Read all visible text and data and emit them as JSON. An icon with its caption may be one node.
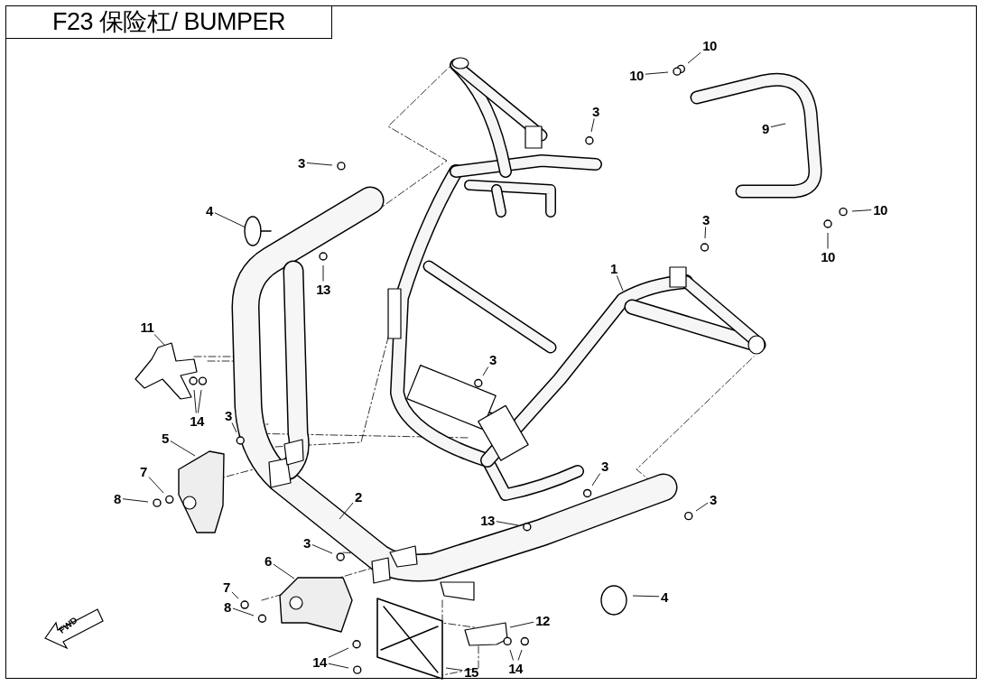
{
  "diagram": {
    "title": "F23 保险杠/ BUMPER",
    "nodes": [
      {
        "text": [
          "10"
        ]
      },
      {
        "text": [
          "10"
        ]
      },
      {
        "text": [
          "3"
        ]
      },
      {
        "text": [
          "9"
        ]
      },
      {
        "text": [
          "3"
        ]
      },
      {
        "text": [
          "4"
        ]
      },
      {
        "text": [
          "10"
        ]
      },
      {
        "text": [
          "3"
        ]
      },
      {
        "text": [
          "10"
        ]
      },
      {
        "text": [
          "1"
        ]
      },
      {
        "text": [
          "13"
        ]
      },
      {
        "text": [
          "11"
        ]
      },
      {
        "text": [
          "3"
        ]
      },
      {
        "text": [
          "14"
        ]
      },
      {
        "text": [
          "3"
        ]
      },
      {
        "text": [
          "5"
        ]
      },
      {
        "text": [
          "3"
        ]
      },
      {
        "text": [
          "7"
        ]
      },
      {
        "text": [
          "2"
        ]
      },
      {
        "text": [
          "8"
        ]
      },
      {
        "text": [
          "3"
        ]
      },
      {
        "text": [
          "13"
        ]
      },
      {
        "text": [
          "3"
        ]
      },
      {
        "text": [
          "6"
        ]
      },
      {
        "text": [
          "7"
        ]
      },
      {
        "text": [
          "4"
        ]
      },
      {
        "text": [
          "8"
        ]
      },
      {
        "text": [
          "12"
        ]
      },
      {
        "text": [
          "14"
        ]
      },
      {
        "text": [
          "14"
        ]
      },
      {
        "text": [
          "15"
        ]
      }
    ],
    "edges": [
      {
        "from": 0,
        "to": null,
        "arrow": "none"
      },
      {
        "from": 1,
        "to": null,
        "arrow": "none"
      },
      {
        "from": 2,
        "to": null,
        "arrow": "none"
      },
      {
        "from": 3,
        "to": null,
        "arrow": "none"
      },
      {
        "from": 4,
        "to": null,
        "arrow": "none"
      },
      {
        "from": 5,
        "to": null,
        "arrow": "none"
      },
      {
        "from": 6,
        "to": null,
        "arrow": "none"
      },
      {
        "from": 7,
        "to": null,
        "arrow": "none"
      },
      {
        "from": 8,
        "to": null,
        "arrow": "none"
      },
      {
        "from": 9,
        "to": null,
        "arrow": "none"
      },
      {
        "from": 10,
        "to": null,
        "arrow": "none"
      },
      {
        "from": 11,
        "to": null,
        "arrow": "none"
      },
      {
        "from": 12,
        "to": null,
        "arrow": "none"
      },
      {
        "from": 13,
        "to": null,
        "arrow": "none"
      },
      {
        "from": 13,
        "to": null,
        "arrow": "none"
      },
      {
        "from": 14,
        "to": null,
        "arrow": "none"
      },
      {
        "from": 15,
        "to": null,
        "arrow": "none"
      },
      {
        "from": 16,
        "to": null,
        "arrow": "none"
      },
      {
        "from": 17,
        "to": null,
        "arrow": "none"
      },
      {
        "from": 18,
        "to": null,
        "arrow": "none"
      },
      {
        "from": 19,
        "to": null,
        "arrow": "none"
      },
      {
        "from": 20,
        "to": null,
        "arrow": "none"
      },
      {
        "from": 21,
        "to": null,
        "arrow": "none"
      },
      {
        "from": 22,
        "to": null,
        "arrow": "none"
      },
      {
        "from": 23,
        "to": null,
        "arrow": "none"
      },
      {
        "from": 24,
        "to": null,
        "arrow": "none"
      },
      {
        "from": 25,
        "to": null,
        "arrow": "none"
      },
      {
        "from": 26,
        "to": null,
        "arrow": "none"
      },
      {
        "from": 27,
        "to": null,
        "arrow": "none"
      },
      {
        "from": 28,
        "to": null,
        "arrow": "none"
      },
      {
        "from": 28,
        "to": null,
        "arrow": "none"
      },
      {
        "from": 29,
        "to": null,
        "arrow": "none"
      },
      {
        "from": 29,
        "to": null,
        "arrow": "none"
      },
      {
        "from": 30,
        "to": null,
        "arrow": "none"
      }
    ],
    "labels": [
      "FWD"
    ]
  }
}
